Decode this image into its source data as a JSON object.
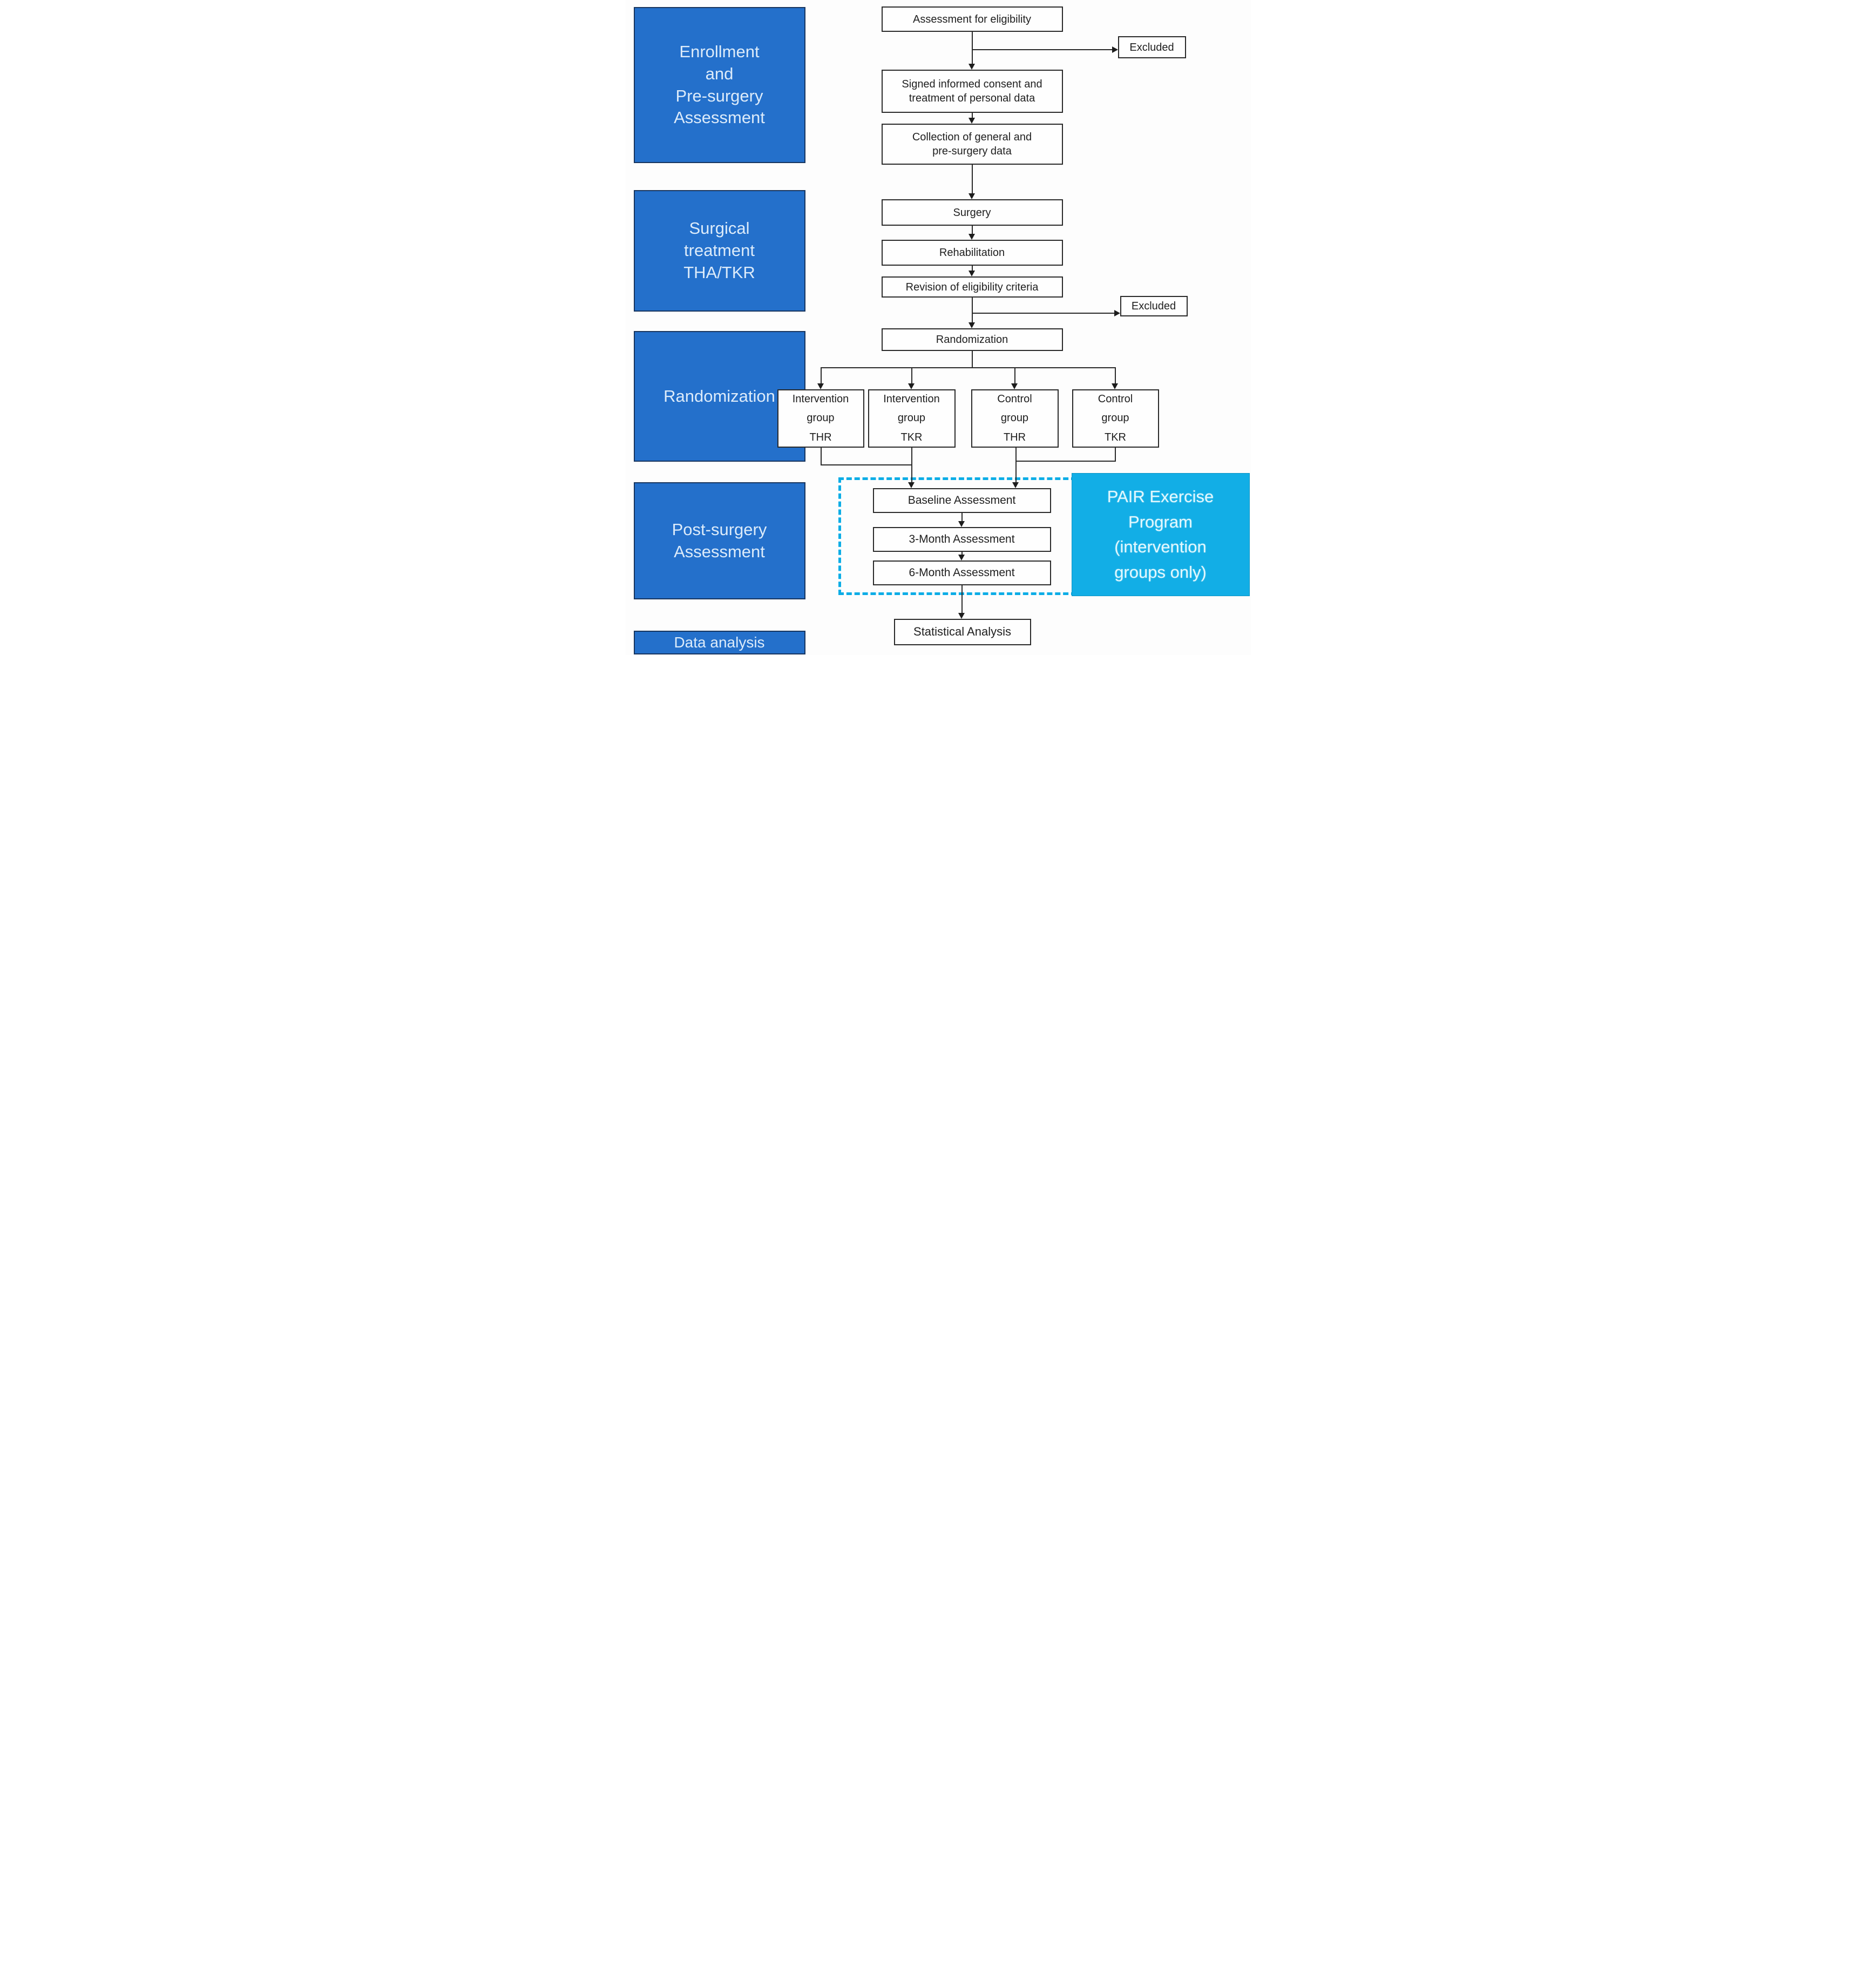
{
  "colors": {
    "sidebar_blue": "#2470cb",
    "cyan_accent": "#12aee6",
    "dashed_border_cyan": "#0cade6",
    "line_black": "#2a2a2a"
  },
  "sidebar": {
    "items": [
      {
        "label": "Enrollment\nand\nPre-surgery\nAssessment"
      },
      {
        "label": "Surgical\ntreatment\nTHA/TKR"
      },
      {
        "label": "Randomization"
      },
      {
        "label": "Post-surgery\nAssessment"
      },
      {
        "label": "Data analysis"
      }
    ]
  },
  "flow": {
    "assessment_eligibility": "Assessment for eligibility",
    "excluded_top": "Excluded",
    "signed_consent": "Signed informed consent and\ntreatment of personal data",
    "collection": "Collection of general and\npre-surgery data",
    "surgery": "Surgery",
    "rehabilitation": "Rehabilitation",
    "revision": "Revision of eligibility criteria",
    "excluded_mid": "Excluded",
    "randomization": "Randomization",
    "groups": [
      {
        "label": "Intervention\ngroup\nTHR"
      },
      {
        "label": "Intervention\ngroup\nTKR"
      },
      {
        "label": "Control\ngroup\nTHR"
      },
      {
        "label": "Control\ngroup\nTKR"
      }
    ],
    "baseline": "Baseline Assessment",
    "month3": "3-Month Assessment",
    "month6": "6-Month Assessment",
    "statistical": "Statistical Analysis",
    "pair_program": "PAIR Exercise\nProgram\n(intervention\ngroups only)"
  }
}
